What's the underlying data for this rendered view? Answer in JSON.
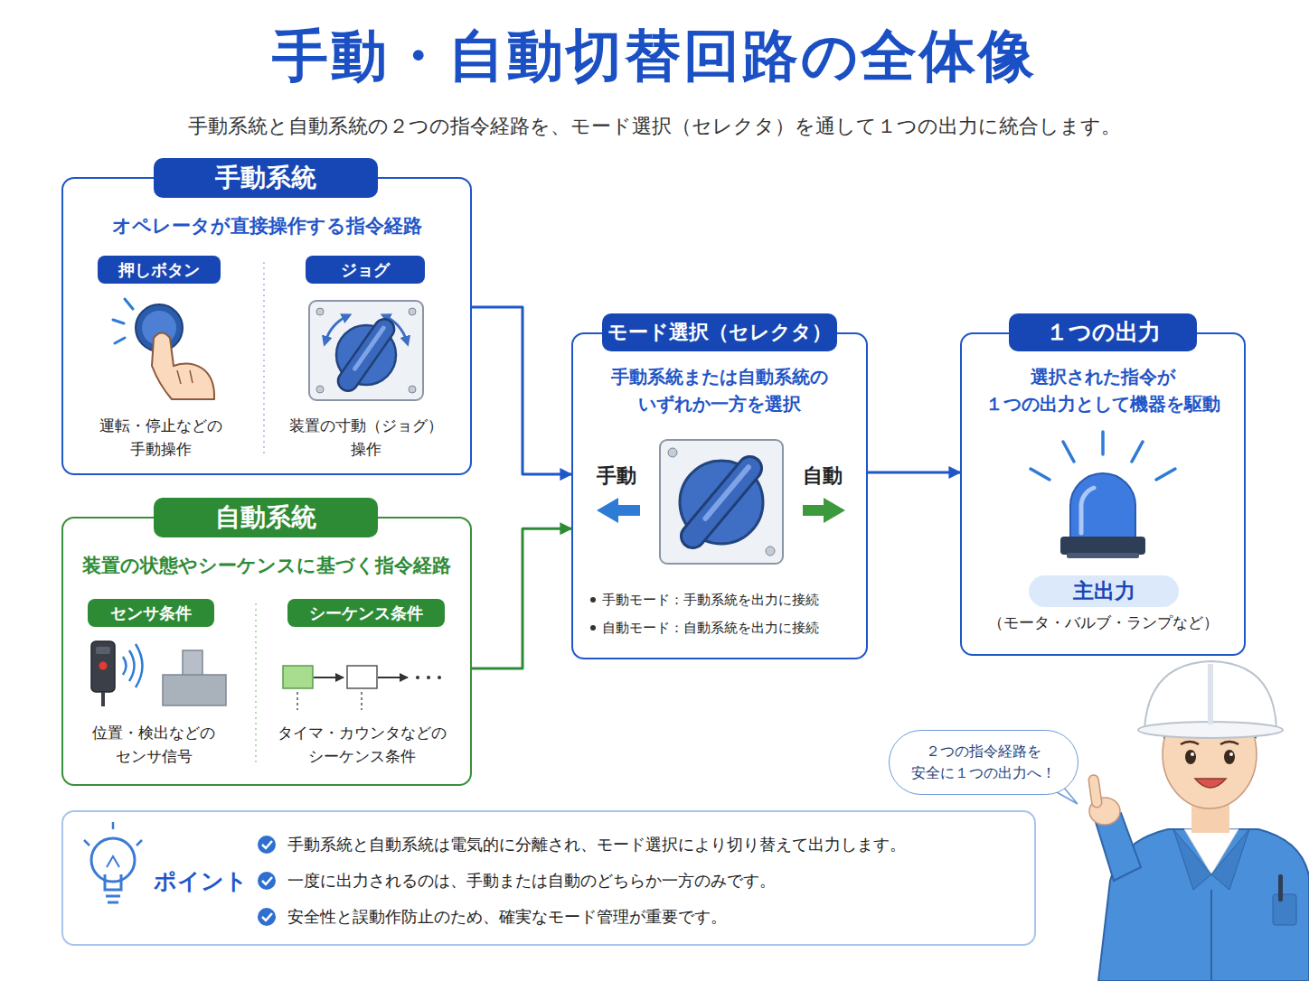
{
  "diagram": {
    "title": "手動・自動切替回路の全体像",
    "caption": "手動系統と自動系統の２つの指令経路を、モード選択（セレクタ）を通して１つの出力に統合します。",
    "nodes": [
      {
        "text": [
          "手動系統",
          "オペレータが直接操作する指令経路"
        ]
      },
      {
        "text": [
          "押しボタン"
        ],
        "in": 0
      },
      {
        "text": [
          "ジョグ"
        ],
        "in": 0
      },
      {
        "text": [
          "自動系統",
          "装置の状態やシーケンスに基づく指令経路"
        ]
      },
      {
        "text": [
          "センサ条件"
        ],
        "in": 3
      },
      {
        "text": [
          "シーケンス条件"
        ],
        "in": 3
      },
      {
        "text": [
          "モード選択（セレクタ）",
          "手動系統または自動系統の いずれか一方を選択"
        ]
      },
      {
        "text": [
          "１つの出力",
          "選択された指令が １つの出力として機器を駆動"
        ]
      },
      {
        "text": [
          "主出力"
        ],
        "in": 7
      },
      {
        "text": [
          "ポイント",
          "手動系統と自動系統は電気的に分離され、モード選択により切り替えて出力します。",
          "一度に出力されるのは、手動または自動のどちらか一方のみです。",
          "安全性と誤動作防止のため、確実なモード管理が重要です。"
        ]
      },
      {
        "text": [
          "２つの指令経路を 安全に１つの出力へ！"
        ]
      }
    ],
    "edges": [
      {
        "from": 0,
        "to": 6,
        "arrow": "to"
      },
      {
        "from": 3,
        "to": 6,
        "arrow": "to"
      },
      {
        "from": 6,
        "to": 7,
        "arrow": "to"
      }
    ],
    "labels": [
      "運転・停止などの 手動操作",
      "装置の寸動（ジョグ） 操作",
      "位置・検出などの センサ信号",
      "タイマ・カウンタなどの シーケンス条件",
      "手動",
      "自動",
      "手動モード：手動系統を出力に接続",
      "自動モード：自動系統を出力に接続",
      "（モータ・バルブ・ランプなど）"
    ]
  }
}
